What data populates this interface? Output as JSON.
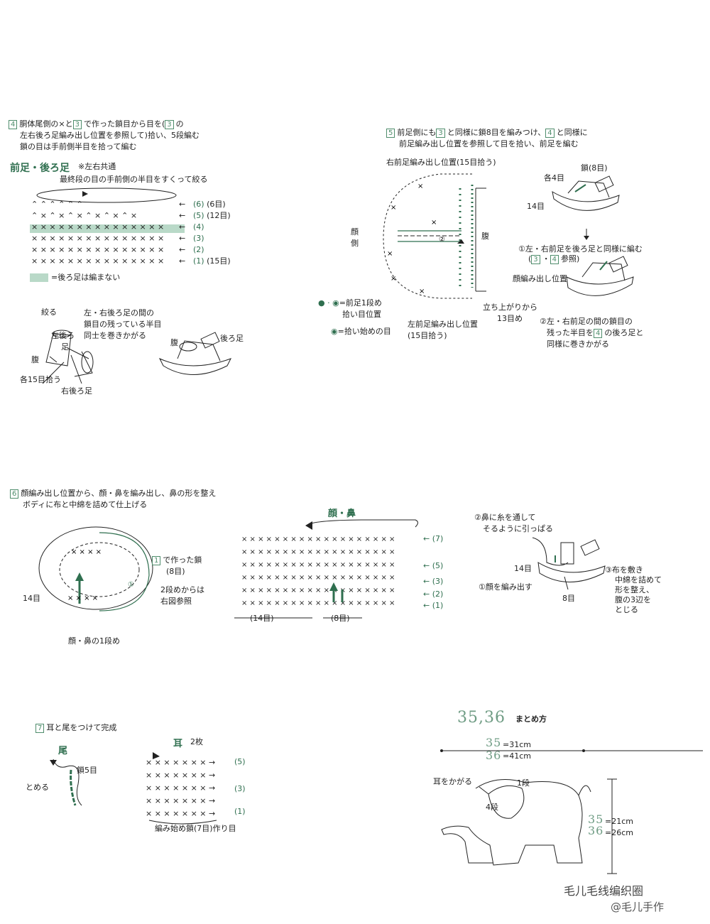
{
  "step4": {
    "num": "4",
    "line1a": "胴体尾側の",
    "line1b": "×と",
    "line1c": "3",
    "line1d": "で作った鎖目から目を(",
    "line1e": "3",
    "line1f": "の",
    "line2": "左右後ろ足編み出し位置を参照して)拾い、5段編む",
    "line3": "鎖の目は手前側半目を拾って編む"
  },
  "legs": {
    "title": "前足・後ろ足",
    "note": "※左右共通",
    "gather": "最終段の目の手前側の半目をすくって絞る",
    "rows": [
      {
        "n": "6",
        "count": "(6目)"
      },
      {
        "n": "5",
        "count": "(12目)"
      },
      {
        "n": "4",
        "count": ""
      },
      {
        "n": "3",
        "count": ""
      },
      {
        "n": "2",
        "count": ""
      },
      {
        "n": "1",
        "count": "(15目)"
      }
    ],
    "legend": "=後ろ足は編まない"
  },
  "hind": {
    "shibo": "絞る",
    "desc1": "左・右後ろ足の間の",
    "desc2": "鎖目の残っている半目",
    "desc3": "同士を巻きかがる",
    "left": "左後ろ",
    "left2": "足",
    "belly": "腹",
    "pick": "各15目拾う",
    "right": "右後ろ足",
    "belly2": "腹",
    "back": "後ろ足"
  },
  "step5": {
    "num": "5",
    "line1a": "前足側にも",
    "line1b": "3",
    "line1c": "と同様に鎖8目を編みつけ、",
    "line1d": "4",
    "line1e": "と同様に",
    "line2": "前足編み出し位置を参照して目を拾い、前足を編む",
    "rightFront": "右前足編み出し位置(15目拾う)",
    "face": "顔",
    "side": "側",
    "belly": "腹",
    "leftFront": "左前足編み出し位置",
    "leftFront2": "(15目拾う)",
    "rise1": "立ち上がりから",
    "rise2": "13目め",
    "leg1": "=前足1段め",
    "leg2": "拾い目位置",
    "start": "=拾い始めの目",
    "chain8": "鎖(8目)",
    "each4": "各4目",
    "n14": "14目",
    "caption1a": "①左・右前足を後ろ足と同様に編む",
    "caption1b": "(",
    "caption1c": "3",
    "caption1d": "・",
    "caption1e": "4",
    "caption1f": "参照)",
    "facePos": "顔編み出し位置",
    "caption2a": "②左・右前足の間の鎖目の",
    "caption2b": "残った半目を",
    "caption2c": "4",
    "caption2d": "の後ろ足と",
    "caption2e": "同様に巻きかがる"
  },
  "step6": {
    "num": "6",
    "line1": "顔編み出し位置から、顔・鼻を編み出し、鼻の形を整え",
    "line2": "ボディに布と中綿を詰めて仕上げる",
    "note1a": "1",
    "note1b": "で作った鎖",
    "note1c": "(8目)",
    "note2": "2段めからは",
    "note3": "右図参照",
    "n14": "14目",
    "firstRow": "顔・鼻の1段め",
    "diagTitle": "顔・鼻",
    "rows": [
      "7",
      "5",
      "3",
      "2",
      "1"
    ],
    "left": "(14目)",
    "middle": "(8目)",
    "pull1": "②鼻に糸を通して",
    "pull2": "そるように引っぱる",
    "n14b": "14目",
    "knit": "①顔を編み出す",
    "n8": "8目",
    "fill1": "③布を敷き",
    "fill2": "中綿を詰めて",
    "fill3": "形を整え、",
    "fill4": "腹の3辺を",
    "fill5": "とじる"
  },
  "step7": {
    "num": "7",
    "line": "耳と尾をつけて完成",
    "tail": "尾",
    "chain5": "鎖5目",
    "stop": "とめる",
    "ear": "耳",
    "ear2": "2枚",
    "rows": [
      "5",
      "3",
      "1"
    ],
    "start": "編み始め鎖(7目)作り目"
  },
  "finish": {
    "num": "35,36",
    "label": "まとめ方",
    "w35": "35",
    "w36": "36",
    "w35v": "=31cm",
    "w36v": "=41cm",
    "earAttach": "耳をかがる",
    "r1": "1段",
    "r4": "4段",
    "h35": "35",
    "h36": "36",
    "h35v": "=21cm",
    "h36v": "=26cm"
  },
  "watermark": {
    "name": "毛儿毛线编织圈",
    "handle": "@毛儿手作"
  },
  "colors": {
    "accent": "#2f6f4f",
    "band": "#b9d9c8",
    "line": "#222222"
  }
}
